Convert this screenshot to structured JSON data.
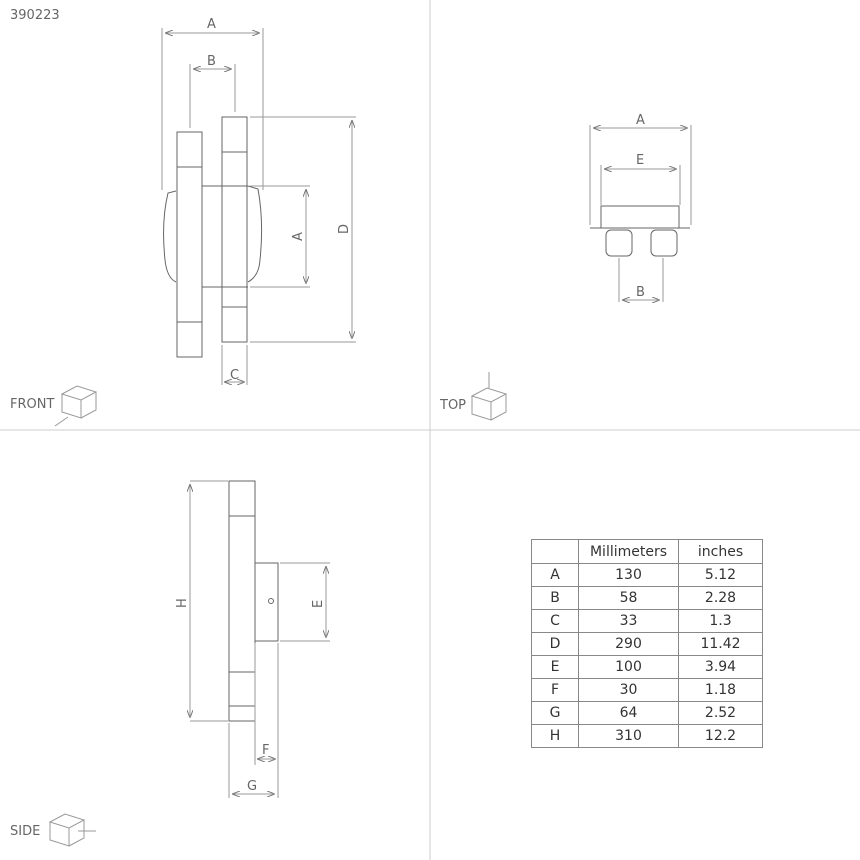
{
  "product_code": "390223",
  "views": {
    "front": {
      "label": "FRONT",
      "dims": [
        "A",
        "B",
        "A",
        "D",
        "C"
      ]
    },
    "top": {
      "label": "TOP",
      "dims": [
        "A",
        "E",
        "B"
      ]
    },
    "side": {
      "label": "SIDE",
      "dims": [
        "H",
        "E",
        "F",
        "G"
      ]
    }
  },
  "table": {
    "headers": [
      "",
      "Millimeters",
      "inches"
    ],
    "rows": [
      {
        "key": "A",
        "mm": "130",
        "in": "5.12"
      },
      {
        "key": "B",
        "mm": "58",
        "in": "2.28"
      },
      {
        "key": "C",
        "mm": "33",
        "in": "1.3"
      },
      {
        "key": "D",
        "mm": "290",
        "in": "11.42"
      },
      {
        "key": "E",
        "mm": "100",
        "in": "3.94"
      },
      {
        "key": "F",
        "mm": "30",
        "in": "1.18"
      },
      {
        "key": "G",
        "mm": "64",
        "in": "2.52"
      },
      {
        "key": "H",
        "mm": "310",
        "in": "12.2"
      }
    ]
  }
}
